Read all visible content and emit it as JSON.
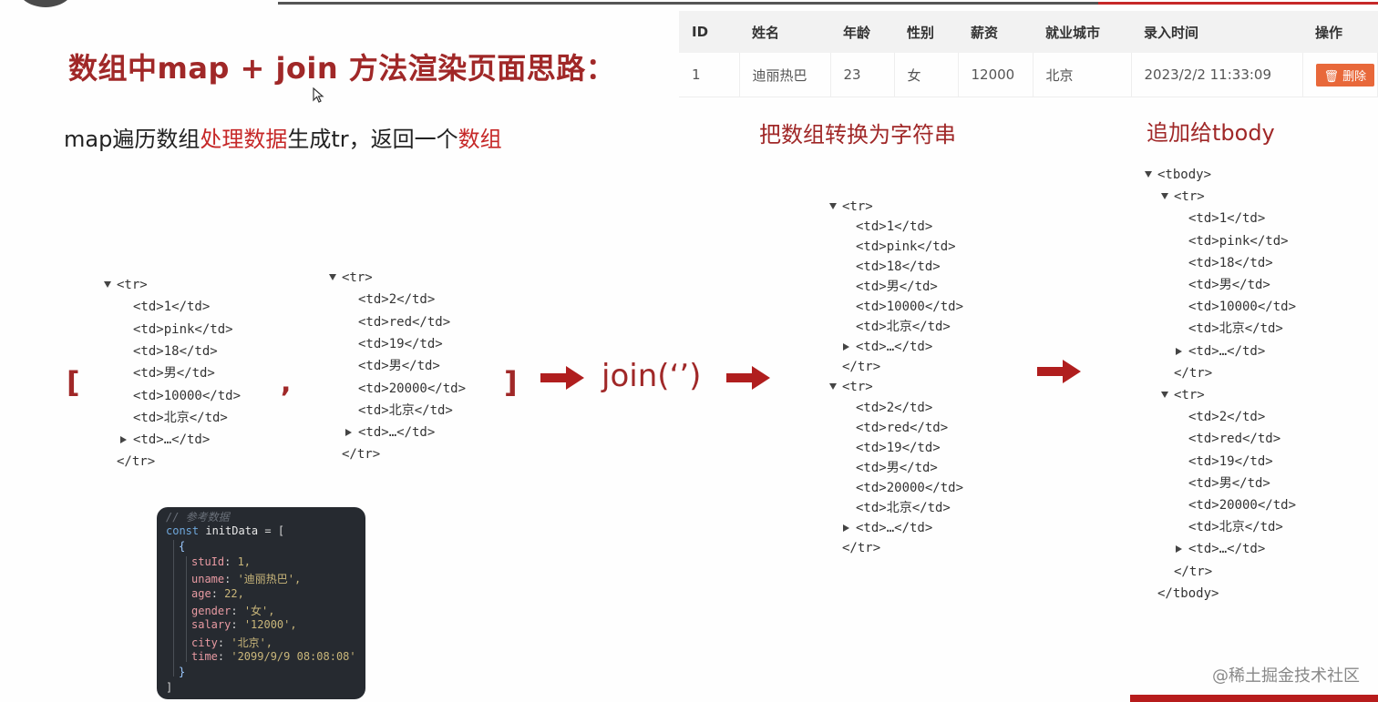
{
  "title": "数组中map + join 方法渲染页面思路：",
  "subtitle": {
    "part1": "map遍历数组",
    "part2": "处理数据",
    "part3": "生成tr，返回一个",
    "part4": "数组"
  },
  "table": {
    "headers": [
      "ID",
      "姓名",
      "年龄",
      "性别",
      "薪资",
      "就业城市",
      "录入时间",
      "操作"
    ],
    "row": [
      "1",
      "迪丽热巴",
      "23",
      "女",
      "12000",
      "北京",
      "2023/2/2 11:33:09"
    ],
    "delete_label": "删除",
    "delete_icon": "trash-icon"
  },
  "section2_title": "把数组转换为字符串",
  "section3_title": "追加给tbody",
  "array_tr1": [
    "<tr>",
    "<td>1</td>",
    "<td>pink</td>",
    "<td>18</td>",
    "<td>男</td>",
    "<td>10000</td>",
    "<td>北京</td>",
    "<td>…</td>",
    "</tr>"
  ],
  "array_tr2": [
    "<tr>",
    "<td>2</td>",
    "<td>red</td>",
    "<td>19</td>",
    "<td>男</td>",
    "<td>20000</td>",
    "<td>北京</td>",
    "<td>…</td>",
    "</tr>"
  ],
  "bracket_open": "[",
  "bracket_close": "]",
  "comma": ",",
  "join_label": "join(‘’)",
  "string_lines": [
    "<tr>",
    "<td>1</td>",
    "<td>pink</td>",
    "<td>18</td>",
    "<td>男</td>",
    "<td>10000</td>",
    "<td>北京</td>",
    "<td>…</td>",
    "</tr>",
    "<tr>",
    "<td>2</td>",
    "<td>red</td>",
    "<td>19</td>",
    "<td>男</td>",
    "<td>20000</td>",
    "<td>北京</td>",
    "<td>…</td>",
    "</tr>"
  ],
  "tbody_lines": [
    "<tbody>",
    "<tr>",
    "<td>1</td>",
    "<td>pink</td>",
    "<td>18</td>",
    "<td>男</td>",
    "<td>10000</td>",
    "<td>北京</td>",
    "<td>…</td>",
    "</tr>",
    "<tr>",
    "<td>2</td>",
    "<td>red</td>",
    "<td>19</td>",
    "<td>男</td>",
    "<td>20000</td>",
    "<td>北京</td>",
    "<td>…</td>",
    "</tr>",
    "</tbody>"
  ],
  "code_panel": {
    "comment": "// 参考数据",
    "decl": "const initData = [",
    "open_brace": "{",
    "fields": [
      {
        "key": "stuId",
        "value": "1,"
      },
      {
        "key": "uname",
        "value": "'迪丽热巴',"
      },
      {
        "key": "age",
        "value": "22,"
      },
      {
        "key": "gender",
        "value": "'女',"
      },
      {
        "key": "salary",
        "value": "'12000',"
      },
      {
        "key": "city",
        "value": "'北京',"
      },
      {
        "key": "time",
        "value": "'2099/9/9 08:08:08'"
      }
    ],
    "close_brace": "}",
    "close_bracket": "]"
  },
  "watermark": "@稀土掘金技术社区",
  "colors": {
    "accent": "#a02828",
    "delete_button": "#e8683a",
    "panel_bg": "#262a30"
  }
}
